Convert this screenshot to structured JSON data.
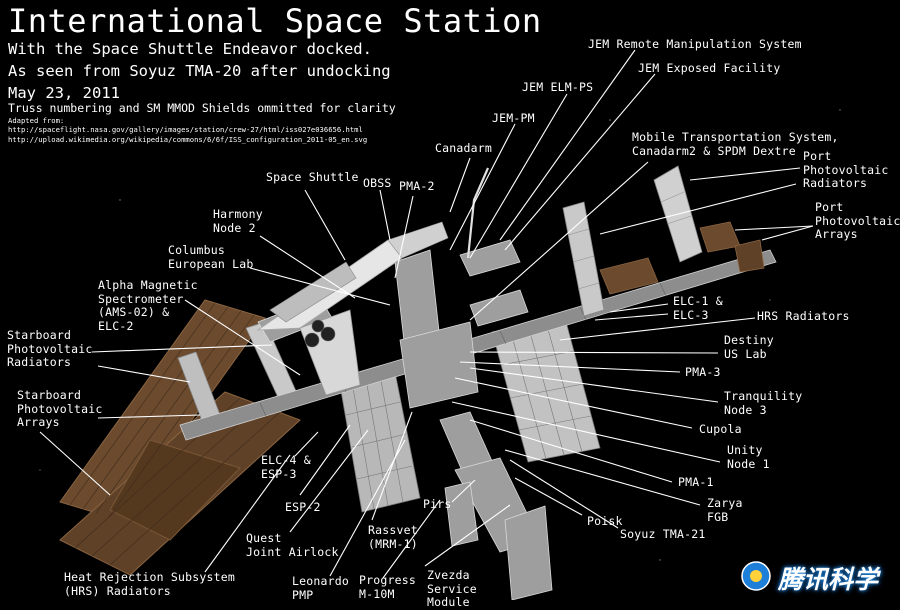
{
  "title": "International Space Station",
  "subtitle_lines": [
    "With the Space Shuttle Endeavor docked.",
    "As seen from Soyuz TMA-20 after undocking",
    "May 23, 2011"
  ],
  "omission_note": "Truss numbering and SM MMOD Shields ommitted for clarity",
  "adapted_from": "Adapted from:",
  "sources": [
    "http://spaceflight.nasa.gov/gallery/images/station/crew-27/html/iss027e036656.html",
    "http://upload.wikimedia.org/wikipedia/commons/6/6f/ISS_configuration_2011-05_en.svg"
  ],
  "labels": {
    "jem_rms": "JEM Remote Manipulation System",
    "jem_ef": "JEM Exposed Facility",
    "jem_elm_ps": "JEM ELM-PS",
    "jem_pm": "JEM-PM",
    "canadarm": "Canadarm",
    "mss": "Mobile Transportation System,\nCanadarm2 & SPDM Dextre",
    "port_pv_radiators": "Port\nPhotovoltaic\nRadiators",
    "port_pv_arrays": "Port\nPhotovoltaic\nArrays",
    "space_shuttle": "Space Shuttle",
    "obss": "OBSS",
    "pma2": "PMA-2",
    "harmony": "Harmony\nNode 2",
    "columbus": "Columbus\nEuropean Lab",
    "ams": "Alpha Magnetic\nSpectrometer\n(AMS-02) &\nELC-2",
    "stbd_pv_radiators": "Starboard\nPhotovoltaic\nRadiators",
    "stbd_pv_arrays": "Starboard\nPhotovoltaic\nArrays",
    "elc1_elc3": "ELC-1 &\nELC-3",
    "hrs_radiators": "HRS Radiators",
    "destiny": "Destiny\nUS Lab",
    "pma3": "PMA-3",
    "tranquility": "Tranquility\nNode 3",
    "cupola": "Cupola",
    "unity": "Unity\nNode 1",
    "pma1": "PMA-1",
    "zarya": "Zarya\nFGB",
    "soyuz": "Soyuz TMA-21",
    "poisk": "Poisk",
    "pirs": "Pirs",
    "elc4_esp3": "ELC-4 &\nESP-3",
    "esp2": "ESP-2",
    "quest": "Quest\nJoint Airlock",
    "rassvet": "Rassvet\n(MRM-1)",
    "zvezda": "Zvezda\nService\nModule",
    "progress": "Progress\nM-10M",
    "leonardo": "Leonardo\nPMP",
    "hrs_subsystem": "Heat Rejection Subsystem\n(HRS) Radiators"
  },
  "watermark": "腾讯科学",
  "colors": {
    "background": "#000000",
    "text": "#ffffff",
    "leader_lines": "#ffffff",
    "solar_array_brown": "#6b4a2e",
    "radiator_white": "#c9c9c9",
    "watermark_blue": "#1e7fd8"
  }
}
